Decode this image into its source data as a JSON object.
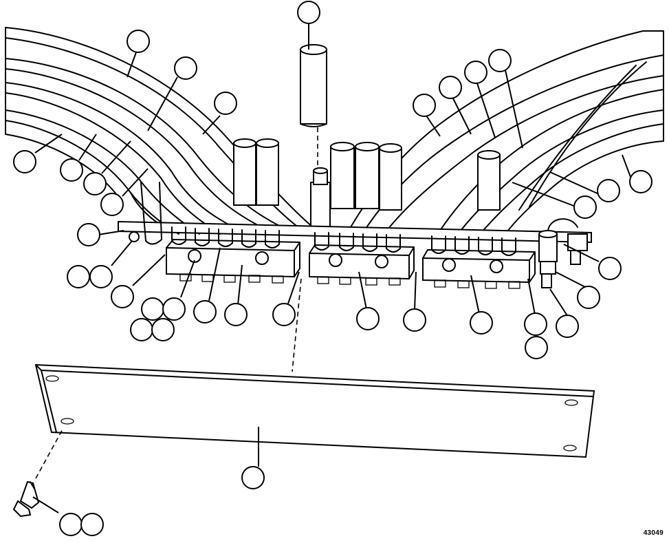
{
  "figure": {
    "number": "43049",
    "hose_bundles": [
      "hose-bundle-left",
      "hose-bundle-right"
    ],
    "parts": [
      "cylinder-plug",
      "manifold-block-left",
      "manifold-block-center",
      "manifold-block-right",
      "mounting-bracket",
      "cover-plate",
      "bolt",
      "sensor-switch"
    ]
  },
  "callouts": [
    {
      "id": "c1"
    },
    {
      "id": "c2"
    },
    {
      "id": "c3"
    },
    {
      "id": "c4"
    },
    {
      "id": "c5"
    },
    {
      "id": "c6"
    },
    {
      "id": "c7"
    },
    {
      "id": "c8"
    },
    {
      "id": "c9"
    },
    {
      "id": "c10"
    },
    {
      "id": "c11"
    },
    {
      "id": "c12"
    },
    {
      "id": "c13"
    },
    {
      "id": "c14"
    },
    {
      "id": "c15"
    },
    {
      "id": "c16"
    },
    {
      "id": "c17"
    },
    {
      "id": "c18"
    },
    {
      "id": "c19"
    },
    {
      "id": "c20"
    },
    {
      "id": "c21"
    },
    {
      "id": "c22"
    },
    {
      "id": "c23"
    },
    {
      "id": "c24"
    },
    {
      "id": "c25"
    },
    {
      "id": "c26"
    },
    {
      "id": "c27"
    },
    {
      "id": "c28"
    },
    {
      "id": "c29"
    },
    {
      "id": "c30"
    },
    {
      "id": "c31"
    },
    {
      "id": "c32"
    },
    {
      "id": "c33"
    },
    {
      "id": "c34"
    },
    {
      "id": "c35"
    },
    {
      "id": "c36"
    },
    {
      "id": "c37"
    },
    {
      "id": "c38"
    },
    {
      "id": "c39"
    },
    {
      "id": "c40"
    }
  ]
}
